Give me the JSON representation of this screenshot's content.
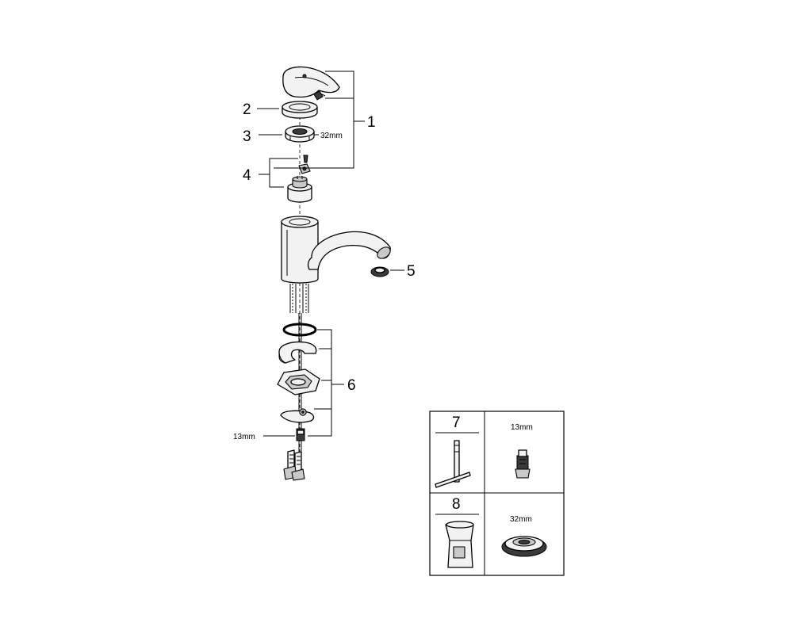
{
  "callouts": {
    "c1": "1",
    "c2": "2",
    "c3": "3",
    "c4": "4",
    "c5": "5",
    "c6": "6"
  },
  "size_labels": {
    "nut_32": "32mm",
    "connector_13": "13mm"
  },
  "spare_parts_table": {
    "row1": {
      "number": "7",
      "size_label": "13mm"
    },
    "row2": {
      "number": "8",
      "size_label": "32mm"
    }
  }
}
